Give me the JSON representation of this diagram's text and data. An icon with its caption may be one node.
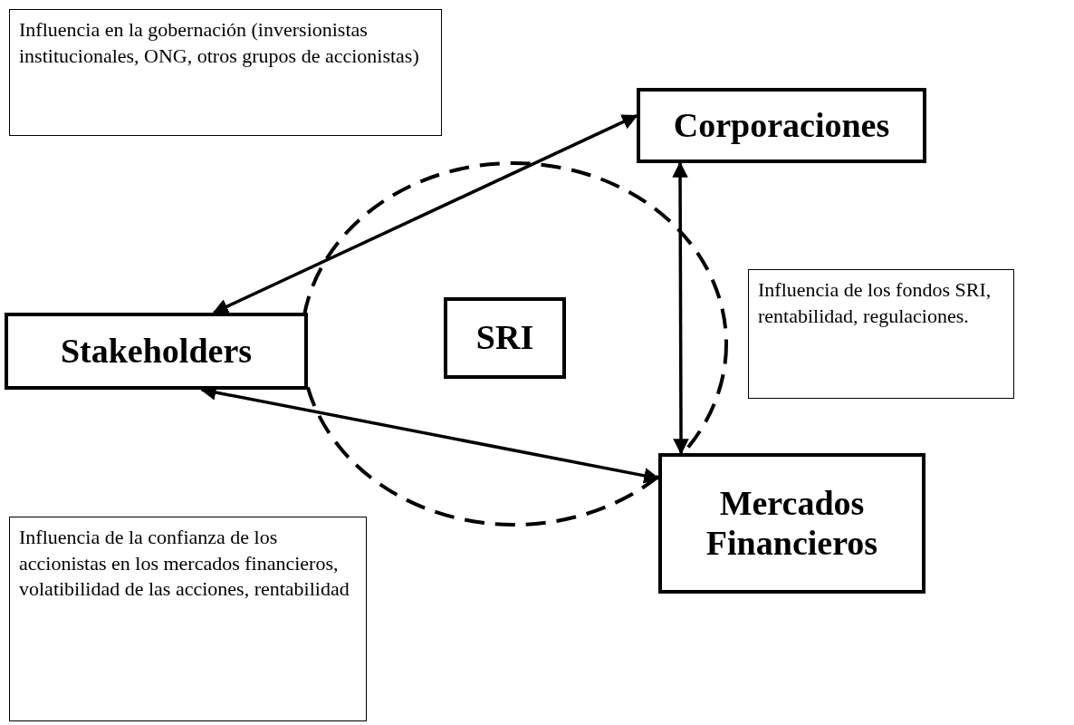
{
  "diagram": {
    "nodes": [
      {
        "text": [
          "Influencia en la gobernación (inversionistas institucionales, ONG, otros grupos de accionistas)"
        ]
      },
      {
        "text": [
          "Corporaciones"
        ]
      },
      {
        "text": [
          "Stakeholders"
        ]
      },
      {
        "text": [],
        "shape": "circle"
      },
      {
        "text": [
          "SRI"
        ],
        "in": 3
      },
      {
        "text": [
          "Influencia de los fondos SRI, rentabilidad, regulaciones."
        ]
      },
      {
        "text": [
          "Mercados Financieros"
        ]
      },
      {
        "text": [
          "Influencia de la confianza de los accionistas en los mercados financieros, volatibilidad de las acciones, rentabilidad"
        ]
      }
    ],
    "edges": [
      {
        "from": 2,
        "to": 1,
        "arrow": "both"
      },
      {
        "from": 1,
        "to": 6,
        "arrow": "both"
      },
      {
        "from": 2,
        "to": 6,
        "arrow": "both"
      }
    ]
  }
}
